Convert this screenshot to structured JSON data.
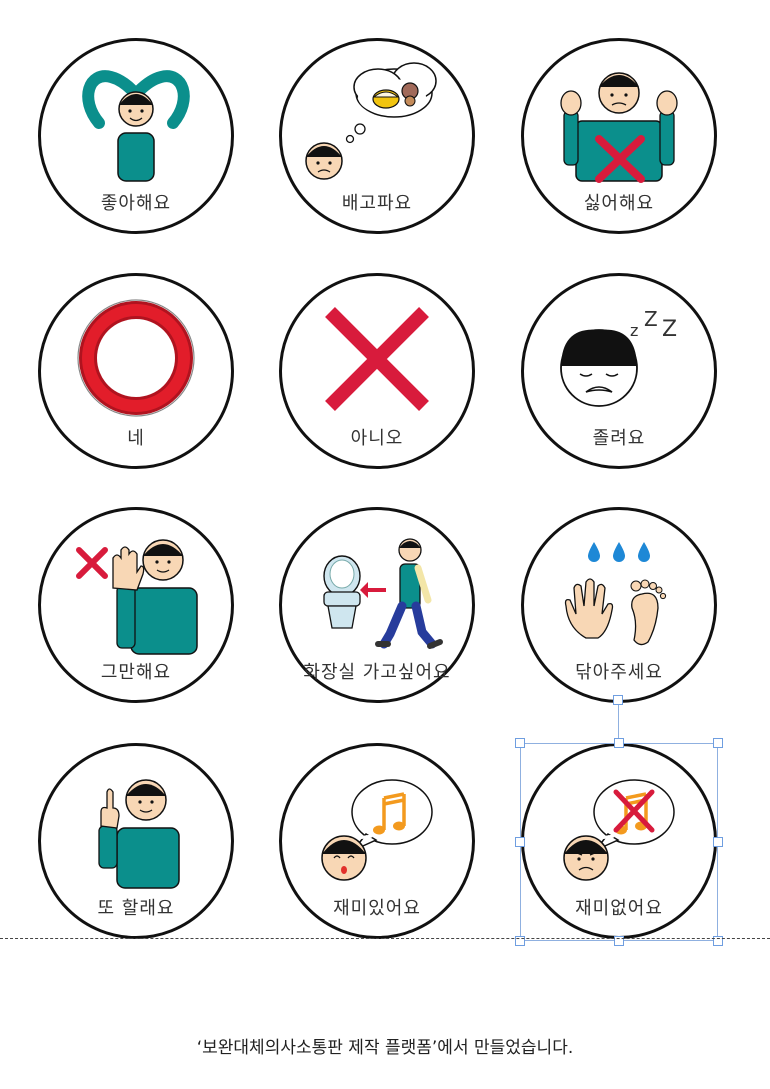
{
  "cards": [
    {
      "label": "좋아해요",
      "icon": "love-heart-arms-icon"
    },
    {
      "label": "배고파요",
      "icon": "hungry-thought-food-icon"
    },
    {
      "label": "싫어해요",
      "icon": "dislike-cross-icon"
    },
    {
      "label": "네",
      "icon": "yes-red-circle-icon"
    },
    {
      "label": "아니오",
      "icon": "no-red-x-icon"
    },
    {
      "label": "졸려요",
      "icon": "sleepy-zzz-icon"
    },
    {
      "label": "그만해요",
      "icon": "stop-hand-icon"
    },
    {
      "label": "화장실 가고싶어요",
      "icon": "toilet-walking-icon"
    },
    {
      "label": "닦아주세요",
      "icon": "wash-hand-foot-icon"
    },
    {
      "label": "또 할래요",
      "icon": "again-finger-up-icon"
    },
    {
      "label": "재미있어요",
      "icon": "fun-music-icon"
    },
    {
      "label": "재미없어요",
      "icon": "not-fun-music-icon"
    }
  ],
  "footer": "‘보완대체의사소통판 제작 플랫폼’에서 만들었습니다.",
  "colors": {
    "teal": "#0b8f8c",
    "red": "#d81b3c",
    "skin": "#f8d7b5",
    "orange": "#f39a1e",
    "drop": "#1e88d6"
  }
}
